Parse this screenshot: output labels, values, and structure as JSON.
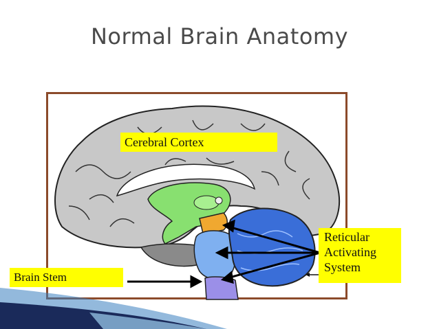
{
  "slide": {
    "title": "Normal Brain Anatomy"
  },
  "labels": {
    "cerebral_cortex": "Cerebral Cortex",
    "reticular_activating_system": [
      "Reticular",
      "Activating",
      "System"
    ],
    "brain_stem": "Brain Stem"
  },
  "colors": {
    "label_fill": "#ffff00",
    "frame_border": "#8b4a2a",
    "cortex_gray": "#c8c8c8",
    "limbic_green": "#88e070",
    "midbrain_orange": "#f0a830",
    "pons_blue": "#7fb0f0",
    "medulla_purple": "#9b8fe8",
    "cerebellum_blue": "#3a6ed8",
    "swoosh_dark": "#1a2a5a"
  }
}
